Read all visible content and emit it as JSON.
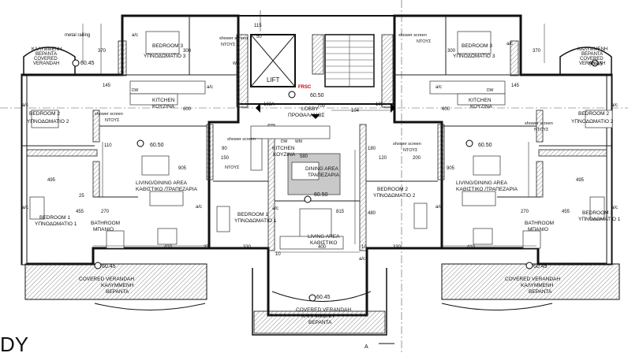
{
  "labels": {
    "metal_railing": "metal railing",
    "veranda_left": [
      "ΚΑΛΥΜΜΕΝΗ",
      "ΒΕΡΑΝΤΑ",
      "COVERED",
      "VERANDAH"
    ],
    "veranda_right": [
      "ΚΑΛΥΜΜΕΝΗ",
      "ΒΕΡΑΝΤΑ",
      "COVERED",
      "VERANDAH"
    ],
    "bedroom3_left": [
      "BEDROOM 3",
      "ΥΠΝΟΔΩΜΑΤΙΟ 3"
    ],
    "bedroom3_right": [
      "BEDROOM 3",
      "ΥΠΝΟΔΩΜΑΤΙΟ 3"
    ],
    "bedroom2_left": [
      "BEDROOM 2",
      "ΥΠΝΟΔΩΜΑΤΙΟ 2"
    ],
    "bedroom2_right": [
      "BEDROOM 2",
      "ΥΠΝΟΔΩΜΑΤΙΟ 2"
    ],
    "bedroom2_center": [
      "BEDROOM 2",
      "ΥΠΝΟΔΩΜΑΤΙΟ 2"
    ],
    "bedroom1_left": [
      "BEDROOM 1",
      "ΥΠΝΟΔΩΜΑΤΙΟ 1"
    ],
    "bedroom1_right": [
      "BEDROOM 1",
      "ΥΠΝΟΔΩΜΑΤΙΟ 1"
    ],
    "bedroom1_center": [
      "BEDROOM 1",
      "ΥΠΝΟΔΩΜΑΤΙΟ 1"
    ],
    "kitchen_left": [
      "KITCHEN",
      "ΚΟΥΖΙΝΑ"
    ],
    "kitchen_right": [
      "KITCHEN",
      "ΚΟΥΖΙΝΑ"
    ],
    "kitchen_center": [
      "KITCHEN",
      "ΚΟΥΖΙΝΑ"
    ],
    "living_dining_left": [
      "LIVING/DINING AREA",
      "ΚΑΘΙΣΤΙΚΟ /ΤΡΑΠΕΖΑΡΙΑ"
    ],
    "living_dining_right": [
      "LIVING/DINING AREA",
      "ΚΑΘΙΣΤΙΚΟ /ΤΡΑΠΕΖΑΡΙΑ"
    ],
    "dining_center": [
      "DINING AREA",
      "ΤΡΑΠΕΖΑΡΙΑ"
    ],
    "living_center": [
      "LIVING AREA",
      "ΚΑΘΙΣΤΙΚΟ"
    ],
    "bathroom_left": [
      "BATHROOM",
      "ΜΠΑΝΙΟ"
    ],
    "bathroom_right": [
      "BATHROOM",
      "ΜΠΑΝΙΟ"
    ],
    "shower_screen": "shower screen",
    "ntous": "ΝΤΟΥΣ",
    "lift": "LIFT",
    "frsc": "FRSC",
    "lobby": [
      "LOBBY",
      "ΠΡΟΘΑΛΑΜΟΣ"
    ],
    "covered_verandah": "COVERED VERANDAH",
    "kalymmeni": "ΚΑΛΥΜΜΕΝΗ",
    "veranta": "ΒΕΡΑΝΤΑ",
    "ac": "a/c",
    "dw": "DW",
    "wm": "WM",
    "section_marker": "A",
    "partial_word": "DY"
  },
  "levels": {
    "l6050": "60.50",
    "l6045": "60.45"
  },
  "dims": {
    "d370": "370",
    "d300": "300",
    "d115": "115",
    "d145": "145",
    "d25": "25",
    "d10": "10",
    "d50": "50",
    "d600": "600",
    "d700": "700",
    "d580": "580",
    "d905": "905",
    "d495": "495",
    "d270": "270",
    "d455": "455",
    "d410": "410",
    "d330": "330",
    "d400": "400",
    "d815": "815",
    "d480": "480",
    "d180": "180",
    "d200": "200",
    "d110": "110",
    "d120": "120",
    "d150": "150",
    "d90": "90",
    "d103a": "103A",
    "d104": "104",
    "d105": "105"
  }
}
